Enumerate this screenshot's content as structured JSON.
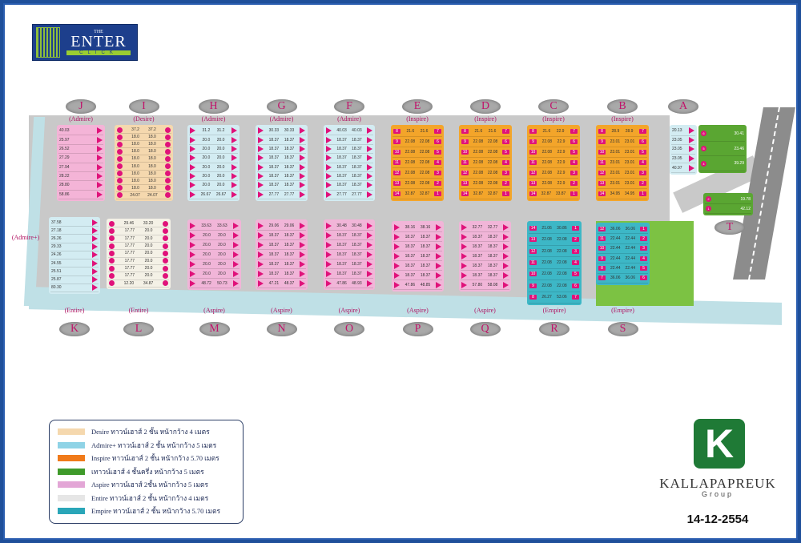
{
  "logo": {
    "the": "THE",
    "enter": "ENTER",
    "click": "CLICK"
  },
  "colors": {
    "Desire": "#f5d8ae",
    "Admire": "#f4b4d7",
    "AdmireP": "#d3ecf2",
    "Inspire": "#f3a52a",
    "Green": "#5aa632",
    "Aspire": "#f1b5d8",
    "Entire": "#f4f1e6",
    "Empire": "#3db7c6",
    "badge": "#e0127a"
  },
  "blocks": [
    {
      "letter": "J",
      "type": "(Admire)",
      "color": "Admire",
      "marker": "tri",
      "single": true,
      "rows": [
        [
          "40.03"
        ],
        [
          "25.97"
        ],
        [
          "26.52"
        ],
        [
          "27.29"
        ],
        [
          "27.94"
        ],
        [
          "28.22"
        ],
        [
          "28.80"
        ],
        [
          "58.86"
        ]
      ]
    },
    {
      "letter": "I",
      "type": "(Desire)",
      "color": "Desire",
      "marker": "dot",
      "rows": [
        [
          "37.2",
          "37.2"
        ],
        [
          "18.0",
          "18.0"
        ],
        [
          "18.0",
          "18.0"
        ],
        [
          "18.0",
          "18.0"
        ],
        [
          "18.0",
          "18.0"
        ],
        [
          "18.0",
          "18.0"
        ],
        [
          "18.0",
          "18.0"
        ],
        [
          "18.0",
          "18.0"
        ],
        [
          "18.0",
          "18.0"
        ],
        [
          "24.07",
          "24.07"
        ]
      ]
    },
    {
      "letter": "H",
      "type": "(Admire)",
      "color": "AdmireP",
      "marker": "tri",
      "rows": [
        [
          "31.2",
          "31.2"
        ],
        [
          "20.0",
          "20.0"
        ],
        [
          "20.0",
          "20.0"
        ],
        [
          "20.0",
          "20.0"
        ],
        [
          "20.0",
          "20.0"
        ],
        [
          "20.0",
          "20.0"
        ],
        [
          "20.0",
          "20.0"
        ],
        [
          "26.67",
          "26.67"
        ]
      ]
    },
    {
      "letter": "G",
      "type": "(Admire)",
      "color": "AdmireP",
      "marker": "tri",
      "rows": [
        [
          "30.33",
          "30.33"
        ],
        [
          "18.37",
          "18.37"
        ],
        [
          "18.37",
          "18.37"
        ],
        [
          "18.37",
          "18.37"
        ],
        [
          "18.37",
          "18.37"
        ],
        [
          "18.37",
          "18.37"
        ],
        [
          "18.37",
          "18.37"
        ],
        [
          "27.77",
          "27.77"
        ]
      ]
    },
    {
      "letter": "F",
      "type": "(Admire)",
      "color": "AdmireP",
      "marker": "tri",
      "rows": [
        [
          "40.03",
          "40.03"
        ],
        [
          "18.37",
          "18.37"
        ],
        [
          "18.37",
          "18.37"
        ],
        [
          "18.37",
          "18.37"
        ],
        [
          "18.37",
          "18.37"
        ],
        [
          "18.37",
          "18.37"
        ],
        [
          "18.37",
          "18.37"
        ],
        [
          "27.77",
          "27.77"
        ]
      ]
    },
    {
      "letter": "E",
      "type": "(Inspire)",
      "color": "Inspire",
      "marker": "badge",
      "badges": [
        [
          "8",
          "7"
        ],
        [
          "9",
          "6"
        ],
        [
          "10",
          "5"
        ],
        [
          "11",
          "4"
        ],
        [
          "12",
          "3"
        ],
        [
          "13",
          "2"
        ],
        [
          "14",
          "1"
        ]
      ],
      "rows": [
        [
          "21.6",
          "21.6"
        ],
        [
          "22.08",
          "22.08"
        ],
        [
          "22.08",
          "22.08"
        ],
        [
          "22.08",
          "22.08"
        ],
        [
          "22.08",
          "22.08"
        ],
        [
          "22.08",
          "22.08"
        ],
        [
          "32.87",
          "32.87"
        ]
      ]
    },
    {
      "letter": "D",
      "type": "(Inspire)",
      "color": "Inspire",
      "marker": "badge",
      "badges": [
        [
          "8",
          "7"
        ],
        [
          "9",
          "6"
        ],
        [
          "10",
          "5"
        ],
        [
          "11",
          "4"
        ],
        [
          "12",
          "3"
        ],
        [
          "13",
          "2"
        ],
        [
          "14",
          "1"
        ]
      ],
      "rows": [
        [
          "21.6",
          "21.6"
        ],
        [
          "22.08",
          "22.08"
        ],
        [
          "22.08",
          "22.08"
        ],
        [
          "22.08",
          "22.08"
        ],
        [
          "22.08",
          "22.08"
        ],
        [
          "22.08",
          "22.08"
        ],
        [
          "32.87",
          "32.87"
        ]
      ]
    },
    {
      "letter": "C",
      "type": "(Inspire)",
      "color": "Inspire",
      "marker": "badge",
      "badges": [
        [
          "8",
          "7"
        ],
        [
          "9",
          "6"
        ],
        [
          "10",
          "5"
        ],
        [
          "11",
          "4"
        ],
        [
          "12",
          "3"
        ],
        [
          "13",
          "2"
        ],
        [
          "14",
          "1"
        ]
      ],
      "rows": [
        [
          "21.6",
          "22.9"
        ],
        [
          "22.08",
          "22.9"
        ],
        [
          "22.08",
          "22.9"
        ],
        [
          "22.08",
          "22.9"
        ],
        [
          "22.08",
          "22.9"
        ],
        [
          "22.08",
          "22.9"
        ],
        [
          "32.87",
          "33.87"
        ]
      ]
    },
    {
      "letter": "B",
      "type": "(Inspire)",
      "color": "Inspire",
      "marker": "badge",
      "badges": [
        [
          "8",
          "7"
        ],
        [
          "9",
          "6"
        ],
        [
          "10",
          "5"
        ],
        [
          "11",
          "4"
        ],
        [
          "12",
          "3"
        ],
        [
          "13",
          "2"
        ],
        [
          "14",
          "1"
        ]
      ],
      "rows": [
        [
          "28.9",
          "28.9"
        ],
        [
          "23.01",
          "23.01"
        ],
        [
          "23.01",
          "23.01"
        ],
        [
          "23.01",
          "23.01"
        ],
        [
          "23.01",
          "23.01"
        ],
        [
          "23.01",
          "23.01"
        ],
        [
          "34.95",
          "34.95"
        ]
      ]
    },
    {
      "letter": "A",
      "type": "",
      "color": "AdmireP",
      "marker": "tri",
      "single": true,
      "rows": [
        [
          "20.13"
        ],
        [
          "23.05"
        ],
        [
          "23.05"
        ],
        [
          "23.05"
        ],
        [
          "40.97"
        ]
      ]
    },
    {
      "letter": "K",
      "type": "(Entire)",
      "color": "AdmireP",
      "marker": "tri",
      "single": true,
      "rows": [
        [
          "37.58"
        ],
        [
          "27.18"
        ],
        [
          "26.26"
        ],
        [
          "29.33"
        ],
        [
          "24.26"
        ],
        [
          "24.55"
        ],
        [
          "25.51"
        ],
        [
          "25.87"
        ],
        [
          "80.30"
        ]
      ],
      "subtype": "(Admire+)"
    },
    {
      "letter": "L",
      "type": "(Entire)",
      "color": "Entire",
      "marker": "dot",
      "rows": [
        [
          "29.46",
          "33.20"
        ],
        [
          "17.77",
          "20.0"
        ],
        [
          "17.77",
          "20.0"
        ],
        [
          "17.77",
          "20.0"
        ],
        [
          "17.77",
          "20.0"
        ],
        [
          "17.77",
          "20.0"
        ],
        [
          "17.77",
          "20.0"
        ],
        [
          "17.77",
          "20.0"
        ],
        [
          "12.20",
          "34.87"
        ]
      ]
    },
    {
      "letter": "M",
      "type": "(Aspire)",
      "color": "Aspire",
      "marker": "tri",
      "rows": [
        [
          "33.63",
          "33.63"
        ],
        [
          "20.0",
          "20.0"
        ],
        [
          "20.0",
          "20.0"
        ],
        [
          "20.0",
          "20.0"
        ],
        [
          "20.0",
          "20.0"
        ],
        [
          "20.0",
          "20.0"
        ],
        [
          "48.72",
          "50.73"
        ]
      ]
    },
    {
      "letter": "N",
      "type": "(Aspire)",
      "color": "Aspire",
      "marker": "tri",
      "rows": [
        [
          "29.06",
          "29.06"
        ],
        [
          "18.37",
          "18.37"
        ],
        [
          "18.37",
          "18.37"
        ],
        [
          "18.37",
          "18.37"
        ],
        [
          "18.37",
          "18.37"
        ],
        [
          "18.37",
          "18.37"
        ],
        [
          "47.21",
          "48.37"
        ]
      ]
    },
    {
      "letter": "O",
      "type": "(Aspire)",
      "color": "Aspire",
      "marker": "tri",
      "rows": [
        [
          "30.48",
          "30.48"
        ],
        [
          "18.37",
          "18.37"
        ],
        [
          "18.37",
          "18.37"
        ],
        [
          "18.37",
          "18.37"
        ],
        [
          "18.37",
          "18.37"
        ],
        [
          "18.37",
          "18.37"
        ],
        [
          "47.86",
          "48.93"
        ]
      ]
    },
    {
      "letter": "P",
      "type": "(Aspire)",
      "color": "Aspire",
      "marker": "tri",
      "rows": [
        [
          "38.16",
          "38.16"
        ],
        [
          "18.37",
          "18.37"
        ],
        [
          "18.37",
          "18.37"
        ],
        [
          "18.37",
          "18.37"
        ],
        [
          "18.37",
          "18.37"
        ],
        [
          "18.37",
          "18.37"
        ],
        [
          "47.86",
          "48.85"
        ]
      ]
    },
    {
      "letter": "Q",
      "type": "(Aspire)",
      "color": "Aspire",
      "marker": "tri",
      "rows": [
        [
          "32.77",
          "32.77"
        ],
        [
          "18.37",
          "18.37"
        ],
        [
          "18.37",
          "18.37"
        ],
        [
          "18.37",
          "18.37"
        ],
        [
          "18.37",
          "18.37"
        ],
        [
          "18.37",
          "18.37"
        ],
        [
          "57.80",
          "58.08"
        ]
      ]
    },
    {
      "letter": "R",
      "type": "(Empire)",
      "color": "Empire",
      "marker": "badge",
      "badges": [
        [
          "14",
          "1"
        ],
        [
          "13",
          "2"
        ],
        [
          "12",
          "3"
        ],
        [
          "11",
          "4"
        ],
        [
          "10",
          "5"
        ],
        [
          "9",
          "6"
        ],
        [
          "8",
          "7"
        ]
      ],
      "rows": [
        [
          "21.06",
          "30.86"
        ],
        [
          "22.08",
          "22.08"
        ],
        [
          "22.08",
          "22.08"
        ],
        [
          "22.08",
          "22.08"
        ],
        [
          "22.08",
          "22.08"
        ],
        [
          "22.08",
          "22.08"
        ],
        [
          "26.27",
          "53.06"
        ]
      ]
    },
    {
      "letter": "S",
      "type": "(Empire)",
      "color": "Empire",
      "marker": "badge",
      "badges": [
        [
          "12",
          "1"
        ],
        [
          "11",
          "2"
        ],
        [
          "10",
          "3"
        ],
        [
          "9",
          "4"
        ],
        [
          "8",
          "5"
        ],
        [
          "7",
          "6"
        ]
      ],
      "rows": [
        [
          "36.06",
          "36.06"
        ],
        [
          "22.44",
          "22.44"
        ],
        [
          "22.44",
          "22.44"
        ],
        [
          "22.44",
          "22.44"
        ],
        [
          "22.44",
          "22.44"
        ],
        [
          "36.06",
          "36.06"
        ]
      ]
    }
  ],
  "green_top": {
    "rows": [
      [
        "6",
        "30.41"
      ],
      [
        "5",
        "23.46"
      ],
      [
        "4",
        "39.29"
      ]
    ]
  },
  "green_t": {
    "letter": "T",
    "rows": [
      [
        "2",
        "19.78"
      ],
      [
        "1",
        "42.12"
      ]
    ]
  },
  "legend": [
    {
      "color": "#f5d8ae",
      "text": "Desire ทาวน์เฮาส์ 2 ชั้น หน้ากว้าง 4 เมตร"
    },
    {
      "color": "#8fd3e6",
      "text": "Admire+ ทาวน์เฮาส์ 2 ชั้น หน้ากว้าง 5 เมตร"
    },
    {
      "color": "#f07a1a",
      "text": "Inspire ทาวน์เฮาส์ 2 ชั้น หน้ากว้าง 5.70 เมตร"
    },
    {
      "color": "#3f9a2a",
      "text": "เทาวน์เฮาส์ 4 ชั้นครึ่ง หน้ากว้าง 5 เมตร"
    },
    {
      "color": "#e3a6d6",
      "text": "Aspire ทาวน์เฮาส์ 2ชั้น หน้ากว้าง 5 เมตร"
    },
    {
      "color": "#e6e6e6",
      "text": "Entire ทาวน์เฮาส์ 2 ชั้น หน้ากว้าง 4 เมตร"
    },
    {
      "color": "#2aa6b8",
      "text": "Empire ทาวน์เฮาส์ 2 ชั้น หน้ากว้าง 5.70 เมตร"
    }
  ],
  "developer": {
    "name": "KALLAPAPREUK",
    "group": "Group",
    "date": "14-12-2554",
    "mark": "K"
  }
}
